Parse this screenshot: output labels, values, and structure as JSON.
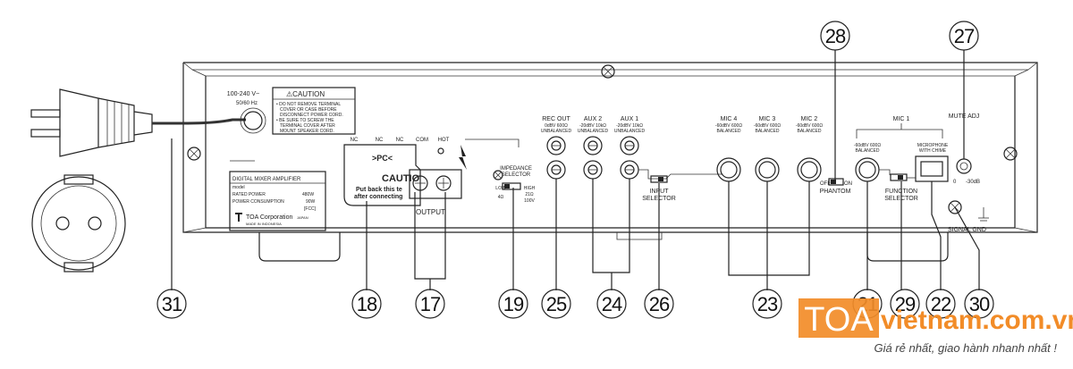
{
  "diagram": {
    "callouts": [
      {
        "id": "c31",
        "num": "31"
      },
      {
        "id": "c18",
        "num": "18"
      },
      {
        "id": "c17",
        "num": "17"
      },
      {
        "id": "c19",
        "num": "19"
      },
      {
        "id": "c25",
        "num": "25"
      },
      {
        "id": "c24",
        "num": "24"
      },
      {
        "id": "c26",
        "num": "26"
      },
      {
        "id": "c23",
        "num": "23"
      },
      {
        "id": "c21",
        "num": "21"
      },
      {
        "id": "c29",
        "num": "29"
      },
      {
        "id": "c22",
        "num": "22"
      },
      {
        "id": "c30",
        "num": "30"
      },
      {
        "id": "c28",
        "num": "28"
      },
      {
        "id": "c27",
        "num": "27"
      }
    ],
    "power": {
      "voltage": "100-240 V~",
      "freq": "50/60 Hz"
    },
    "caution_box": {
      "title": "⚠CAUTION",
      "line1": "• DO NOT REMOVE TERMINAL",
      "line2": "COVER OR CASE BEFORE",
      "line3": "DISCONNECT POWER CORD.",
      "line4": "• BE SURE TO SCREW THE",
      "line5": "TERMINAL COVER AFTER",
      "line6": "MOUNT SPEAKER CORD."
    },
    "label_plate": {
      "title": "DIGITAL MIXER AMPLIFIER",
      "model": "model",
      "rated_power": "RATED POWER",
      "rated_power_val": "480W",
      "power_consumption": "POWER CONSUMPTION",
      "power_consumption_val": "90W",
      "fcc": "[FCC]",
      "maker": "TOA Corporation",
      "maker_country": "JAPAN",
      "made_in": "MADE IN INDONESIA"
    },
    "terminal": {
      "nc1": "NC",
      "nc2": "NC",
      "nc3": "NC",
      "com": "COM",
      "hot": "HOT",
      "pc": ">PC<",
      "caution": "CAUTIO",
      "put_back": "Put back this te",
      "after": "after connecting",
      "output": "OUTPUT"
    },
    "impedance": {
      "title1": "IMPEDANCE",
      "title2": "SELECTOR",
      "low": "LOW",
      "low_ohm": "4Ω",
      "high": "HIGH",
      "high_ohm": "21Ω",
      "high_v": "100V"
    },
    "rec_out": {
      "title": "REC OUT",
      "sub1": "0dBV 600Ω",
      "sub2": "UNBALANCED"
    },
    "aux2": {
      "title": "AUX 2",
      "sub1": "-20dBV 10kΩ",
      "sub2": "UNBALANCED"
    },
    "aux1": {
      "title": "AUX 1",
      "sub1": "-20dBV 10kΩ",
      "sub2": "UNBALANCED"
    },
    "input_selector": {
      "line1": "INPUT",
      "line2": "SELECTOR"
    },
    "mic4": {
      "title": "MIC 4",
      "sub1": "-60dBV 600Ω",
      "sub2": "BALANCED"
    },
    "mic3": {
      "title": "MIC 3",
      "sub1": "-60dBV 600Ω",
      "sub2": "BALANCED"
    },
    "mic2": {
      "title": "MIC 2",
      "sub1": "-60dBV 600Ω",
      "sub2": "BALANCED"
    },
    "phantom": {
      "off": "OFF",
      "on": "ON",
      "label": "PHANTOM"
    },
    "mic1": {
      "title": "MIC 1",
      "sub1": "-60dBV 600Ω",
      "sub2": "BALANCED",
      "chime1": "MICROPHONE",
      "chime2": "WITH CHIME"
    },
    "function_selector": {
      "line1": "FUNCTION",
      "line2": "SELECTOR"
    },
    "mute_adj": {
      "title": "MUTE ADJ",
      "zero": "0",
      "minus": "-30dB"
    },
    "signal_gnd": "SIGNAL GND",
    "brand": {
      "toa": "TOA",
      "site": "vietnam.com.vn",
      "slogan": "Giá rẻ nhất, giao hành nhanh nhất !",
      "orange": "#f28c28"
    }
  }
}
